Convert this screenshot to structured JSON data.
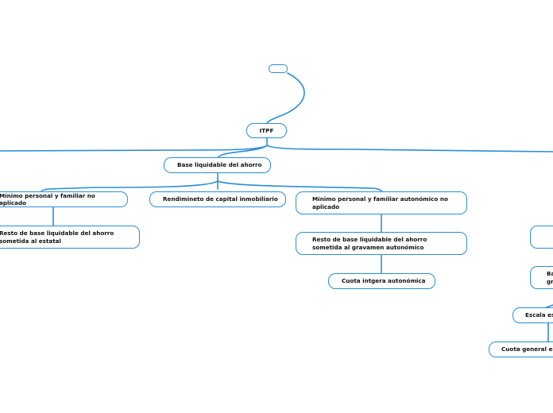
{
  "colors": {
    "line": "#2a8ed6",
    "node_border": "#2a8ed6",
    "background": "#ffffff",
    "text": "#111111"
  },
  "nodes": {
    "root": "",
    "itpf": "ITPF",
    "base_ahorro": "Base liquidable del ahorro",
    "minimo_no_aplicado": "Mínimo personal y familiar no aplicado",
    "rendimiento_inmobiliario": "Rendimineto de capital inmobiliario",
    "minimo_autonomico": "Mínimo personal y familiar autonómico no\naplicado",
    "resto_estatal": "Resto de base liquidable del ahorro\nsometida al estatal",
    "resto_autonomico": "Resto de base liquidable del ahorro\nsometida al gravamen autonómico",
    "cuota_autonomica": "Cuota intgera autonómica",
    "right_blank": "",
    "right_ba": "Ba\ngr",
    "escala_es": "Escala es",
    "cuota_general_es": "Cuota general es"
  }
}
